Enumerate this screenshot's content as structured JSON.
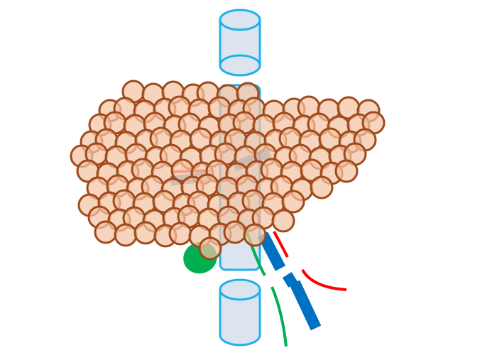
{
  "diagram": {
    "subject": "liver-with-hepatocytes-vessels-and-gallbladder",
    "colors": {
      "background": "#ffffff",
      "vena_cava_fill": "#dce4ef",
      "vena_cava_stroke": "#1fb2e8",
      "hepatocyte_fill": "#f4c3a3",
      "hepatocyte_stroke": "#a04a1a",
      "hepatic_artery": "#ff0000",
      "portal_vein": "#0070c0",
      "bile_duct": "#00b050",
      "gallbladder": "#00b050"
    },
    "parts": [
      "inferior-vena-cava",
      "hepatocytes",
      "hepatic-artery",
      "portal-vein",
      "bile-duct",
      "gallbladder"
    ]
  }
}
